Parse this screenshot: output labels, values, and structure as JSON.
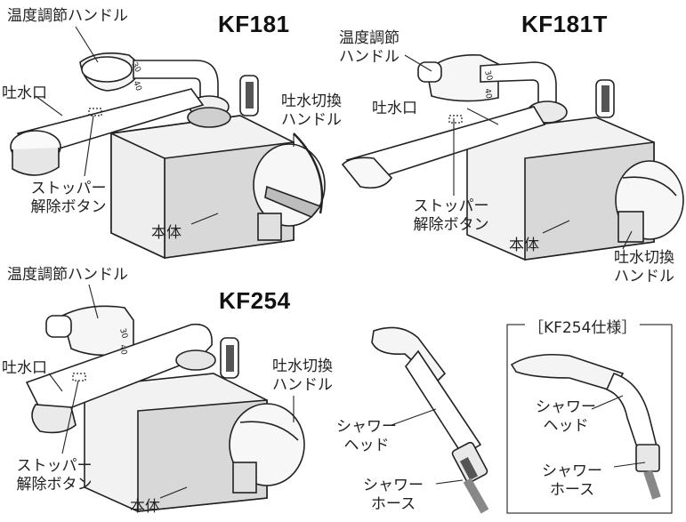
{
  "models": {
    "kf181": "KF181",
    "kf181t": "KF181T",
    "kf254": "KF254"
  },
  "labels": {
    "temp_handle": "温度調節ハンドル",
    "temp_handle_l1": "温度調節",
    "temp_handle_l2": "ハンドル",
    "spout": "吐水口",
    "switch_l1": "吐水切換",
    "switch_l2": "ハンドル",
    "stopper_l1": "ストッパー",
    "stopper_l2": "解除ボタン",
    "body": "本体",
    "shower_head_l1": "シャワー",
    "shower_head_l2": "ヘッド",
    "shower_hose_l1": "シャワー",
    "shower_hose_l2": "ホース"
  },
  "box": {
    "title": "［KF254仕様］"
  },
  "dial_marks": {
    "t30": "30",
    "t40": "40"
  }
}
